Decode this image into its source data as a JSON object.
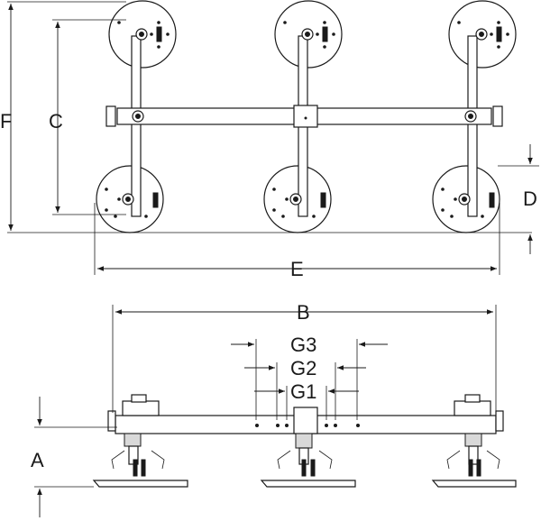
{
  "dimensions": {
    "A": "A",
    "B": "B",
    "C": "C",
    "D": "D",
    "E": "E",
    "F": "F",
    "G1": "G1",
    "G2": "G2",
    "G3": "G3"
  },
  "colors": {
    "line": "#1a1a1a",
    "fill": "#ffffff",
    "shade": "#d9d9d9"
  }
}
